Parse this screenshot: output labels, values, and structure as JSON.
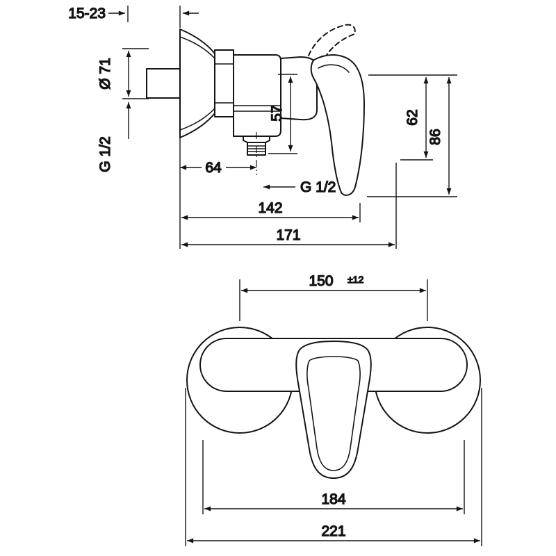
{
  "drawing": {
    "side_view": {
      "projection_range": "15-23",
      "escutcheon_diameter": "Ø 71",
      "inlet_thread": "G 1/2",
      "outlet_height": "57",
      "outlet_depth": "64",
      "outlet_thread": "G 1/2",
      "depth_to_handle": "142",
      "total_depth": "171",
      "handle_height": "62",
      "total_height": "86"
    },
    "front_view": {
      "inlet_center_distance": "150",
      "center_distance_tolerance": "±12",
      "body_width": "184",
      "total_width": "221"
    }
  }
}
